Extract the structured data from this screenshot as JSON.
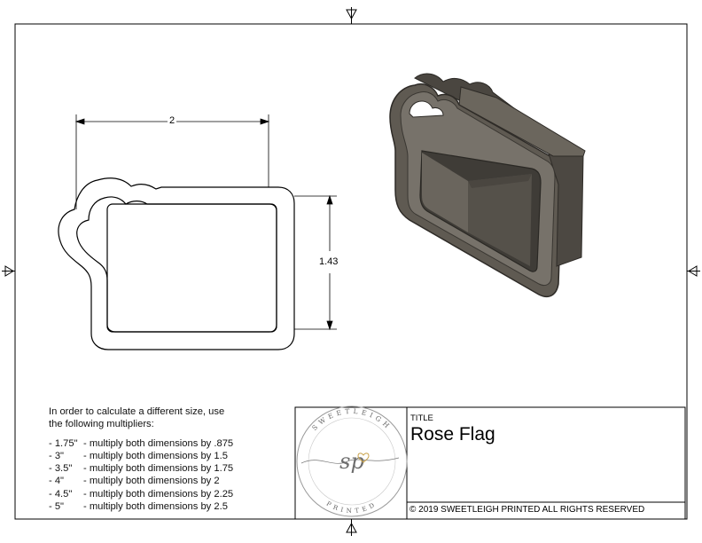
{
  "drawing": {
    "width_dimension": "2",
    "height_dimension": "1.43"
  },
  "notes": {
    "intro_line1": "In order to calculate a different size, use",
    "intro_line2": "the following multipliers:",
    "multipliers": [
      {
        "size": "- 1.75\"",
        "text": "- multiply both dimensions by .875"
      },
      {
        "size": "- 3\"",
        "text": "- multiply both dimensions by 1.5"
      },
      {
        "size": "- 3.5\"",
        "text": "- multiply both dimensions by 1.75"
      },
      {
        "size": "- 4\"",
        "text": "- multiply both dimensions by 2"
      },
      {
        "size": "- 4.5\"",
        "text": "- multiply both dimensions by 2.25"
      },
      {
        "size": "- 5\"",
        "text": "- multiply both dimensions by 2.5"
      }
    ]
  },
  "title_block": {
    "title_label": "TITLE",
    "title": "Rose Flag",
    "copyright": "© 2019  SWEETLEIGH PRINTED  ALL RIGHTS RESERVED"
  },
  "logo": {
    "top_text": "SWEETLEIGH",
    "bottom_text": "PRINTED",
    "monogram": "sp"
  },
  "colors": {
    "model_fill": "#5f5a52",
    "model_dark": "#3d3a35",
    "model_light": "#8a857b",
    "line": "#000000"
  }
}
